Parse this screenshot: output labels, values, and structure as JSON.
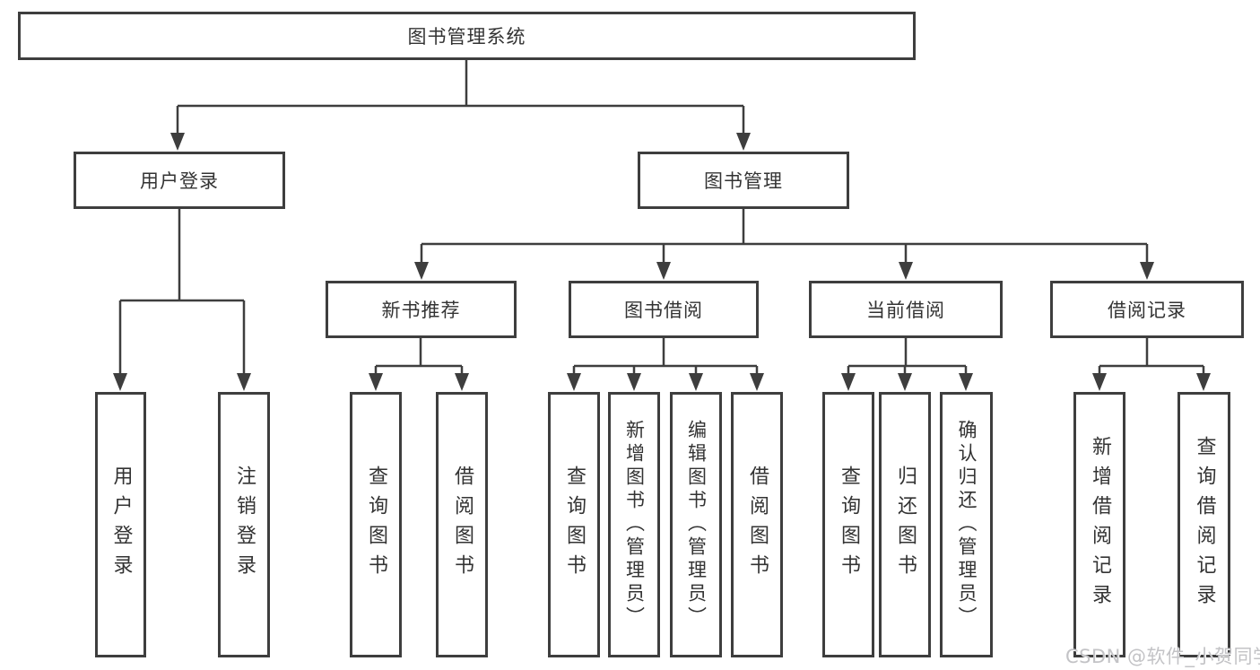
{
  "diagram": {
    "background": "#ffffff",
    "line_color": "#3e3e3e",
    "text_color": "#333333",
    "nodes": {
      "root": "图书管理系统",
      "login": "用户登录",
      "book_mgmt": "图书管理",
      "new_books": "新书推荐",
      "book_borrow": "图书借阅",
      "current_borrow": "当前借阅",
      "borrow_records": "借阅记录",
      "login_user": "用户登录",
      "login_logout": "注销登录",
      "new_query_book": "查询图书",
      "new_borrow_book": "借阅图书",
      "bb_query_book": "查询图书",
      "bb_add_book": "新增图书（管理员）",
      "bb_edit_book": "编辑图书（管理员）",
      "bb_borrow_book": "借阅图书",
      "cb_query_book": "查询图书",
      "cb_return_book": "归还图书",
      "cb_confirm_return": "确认归还（管理员）",
      "br_add_record": "新增借阅记录",
      "br_query_record": "查询借阅记录"
    },
    "tree": {
      "图书管理系统": {
        "用户登录": [
          "用户登录",
          "注销登录"
        ],
        "图书管理": {
          "新书推荐": [
            "查询图书",
            "借阅图书"
          ],
          "图书借阅": [
            "查询图书",
            "新增图书（管理员）",
            "编辑图书（管理员）",
            "借阅图书"
          ],
          "当前借阅": [
            "查询图书",
            "归还图书",
            "确认归还（管理员）"
          ],
          "借阅记录": [
            "新增借阅记录",
            "查询借阅记录"
          ]
        }
      }
    },
    "watermark": "CSDN @软件_小贺同学"
  }
}
